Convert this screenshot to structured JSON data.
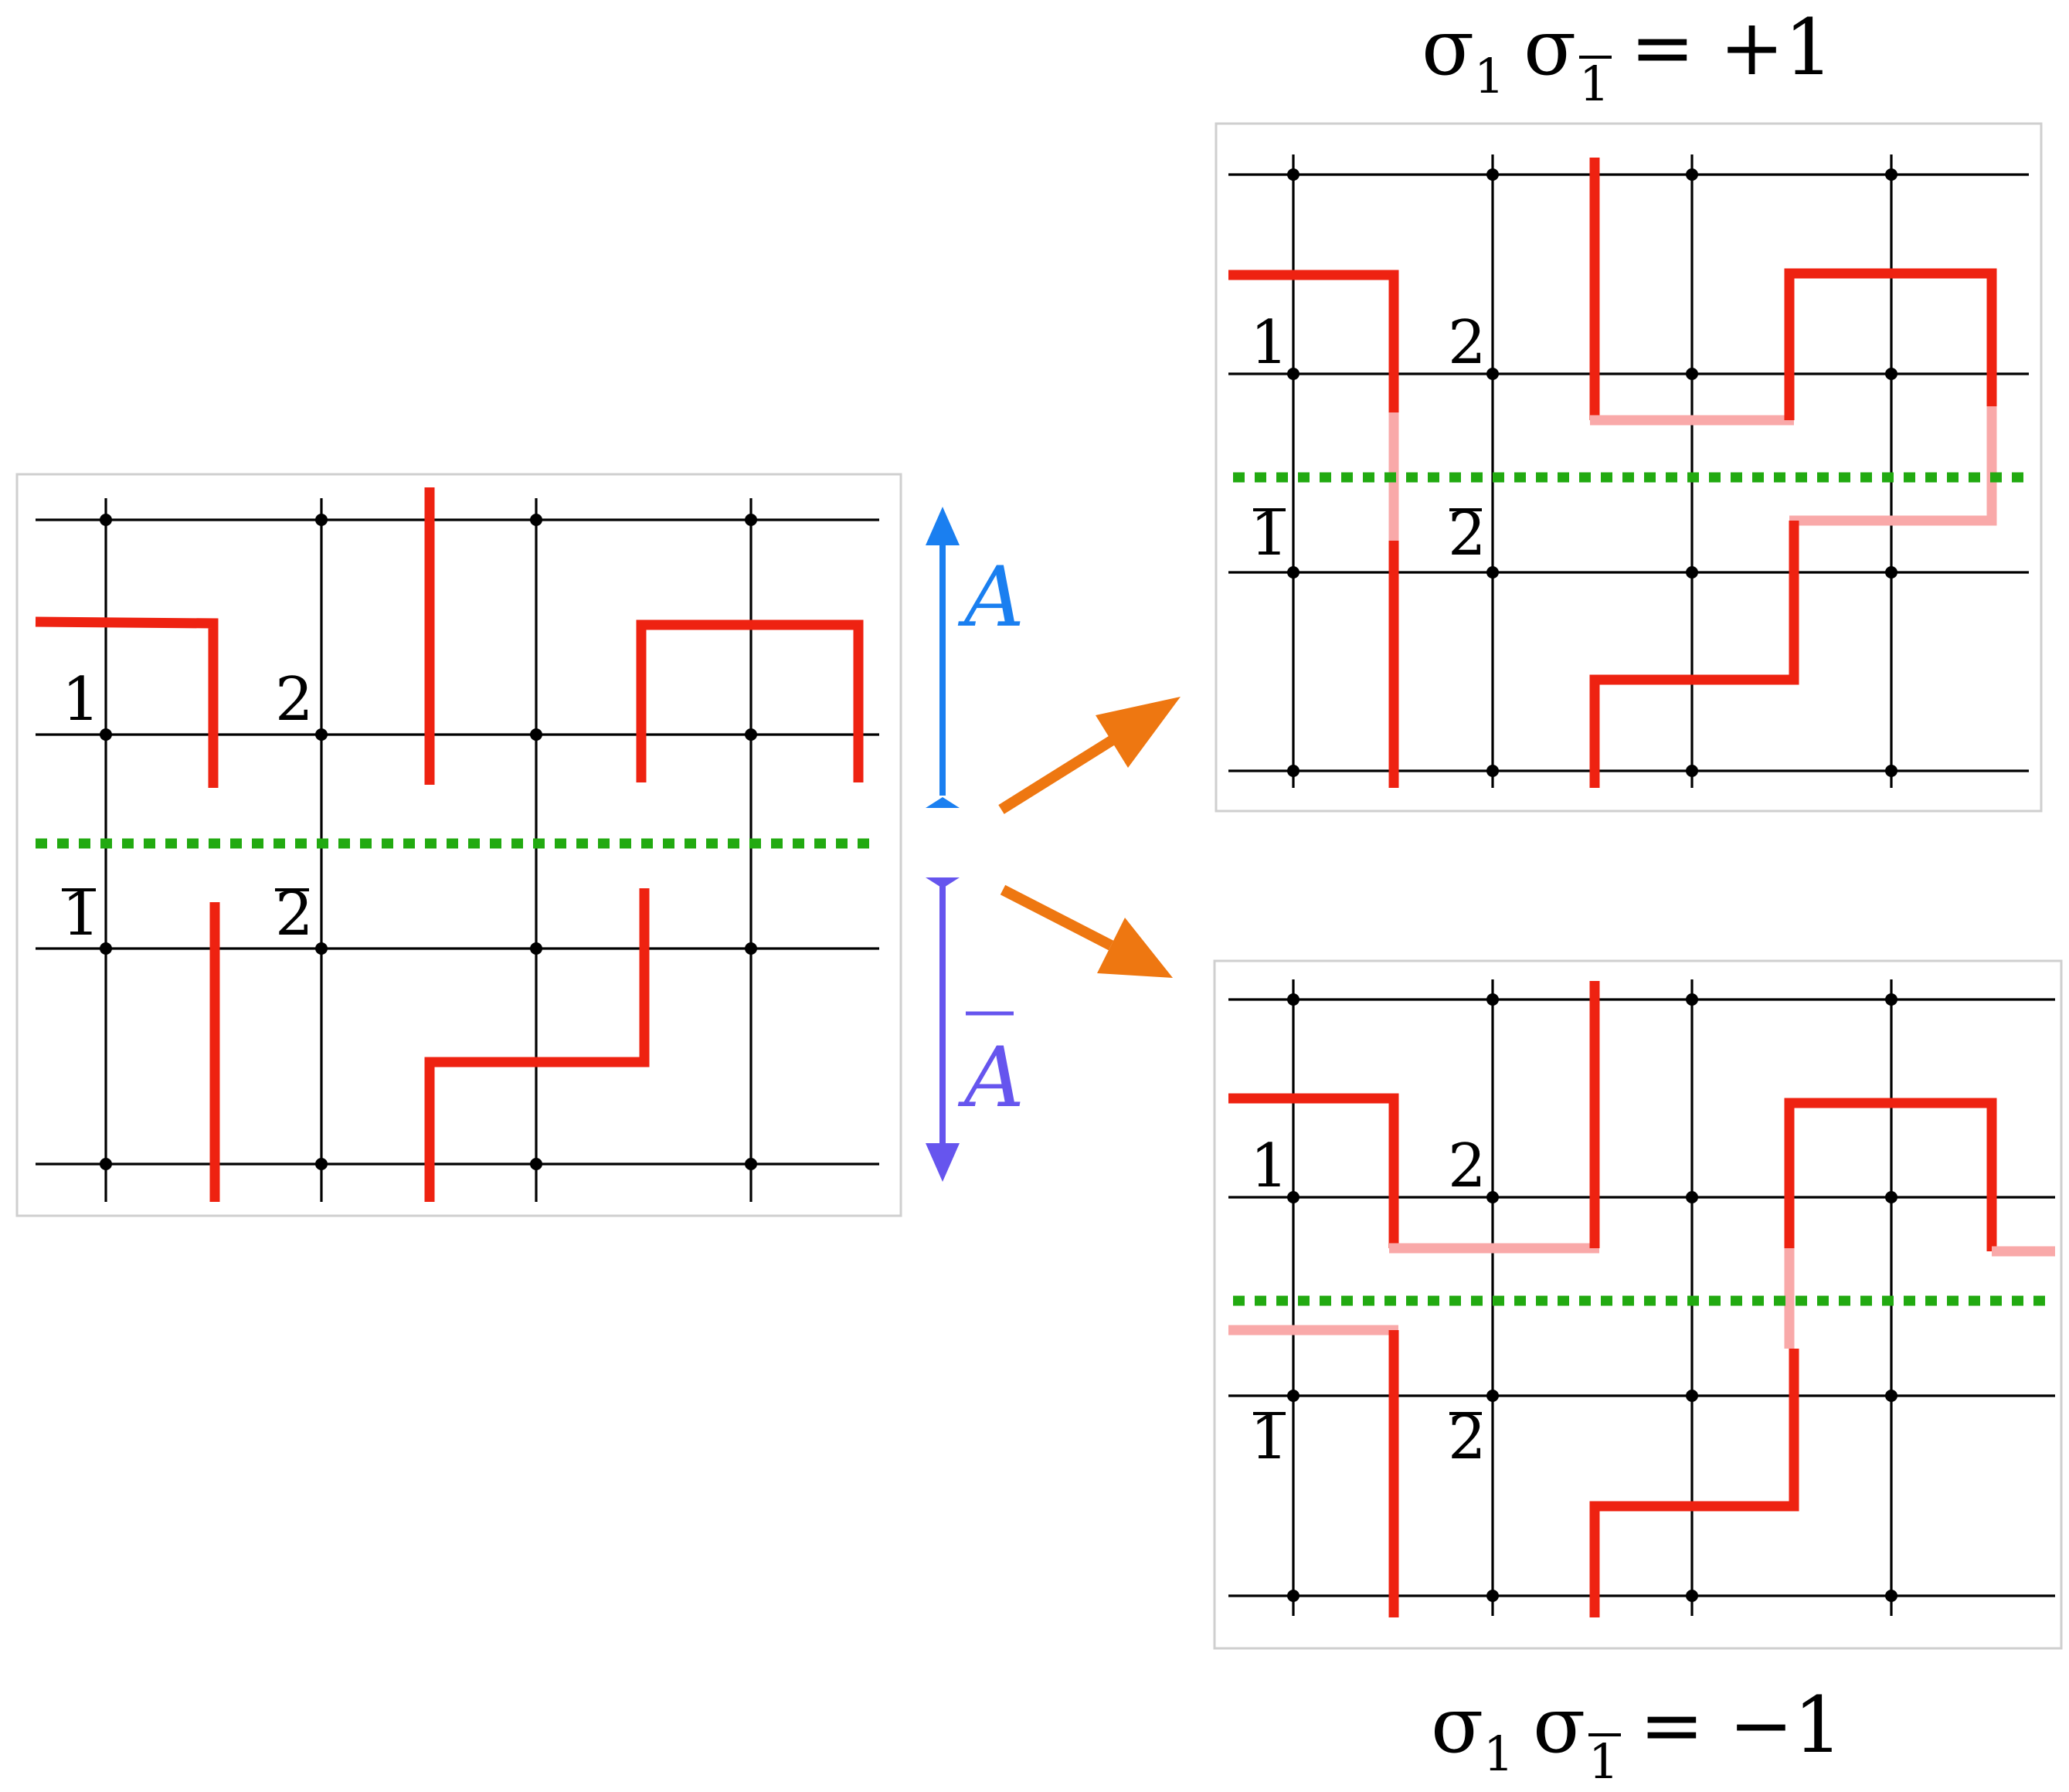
{
  "labels": {
    "site_1": "1",
    "site_2": "2",
    "site_1_bar": "1",
    "site_2_bar": "2",
    "region_A": "A",
    "region_A_bar": "A"
  },
  "equations": {
    "top": {
      "sigma": "σ",
      "sub1": "1",
      "sub1bar": "1",
      "rhs": "= +1"
    },
    "bottom": {
      "sigma": "σ",
      "sub1": "1",
      "sub1bar": "1",
      "rhs": "= −1"
    }
  },
  "colors": {
    "path": "#ee2211",
    "path_glued": "#f9a9a9",
    "cut": "#22aa11",
    "arrow_A": "#1a7ff0",
    "arrow_A_bar": "#6655ee",
    "flow_arrow": "#ee7711",
    "grid": "#000000",
    "frame": "#cfcfcf"
  }
}
